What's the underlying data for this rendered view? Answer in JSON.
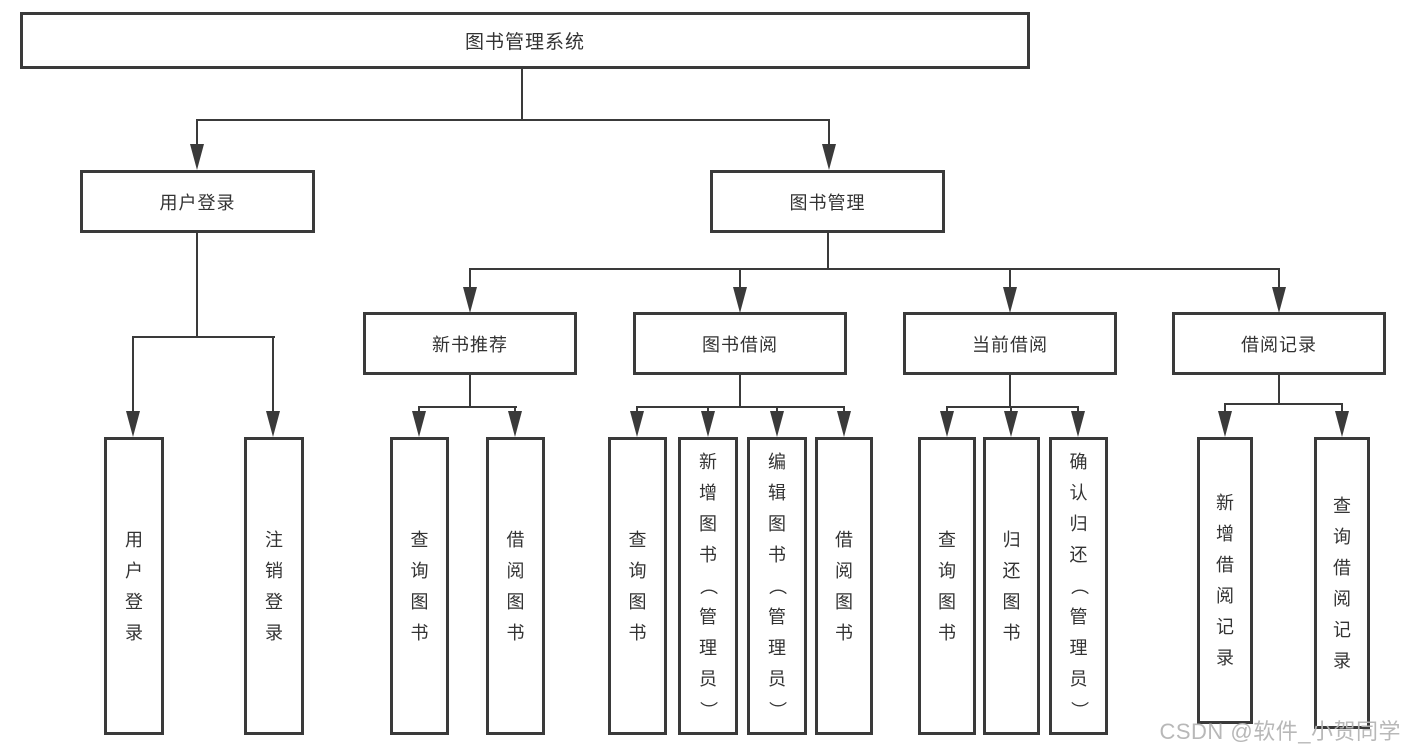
{
  "diagram": {
    "root": {
      "label": "图书管理系统"
    },
    "level2": [
      {
        "label": "用户登录",
        "children": [
          {
            "label": "用户登录"
          },
          {
            "label": "注销登录"
          }
        ]
      },
      {
        "label": "图书管理",
        "groups": [
          {
            "label": "新书推荐",
            "children": [
              {
                "label": "查询图书"
              },
              {
                "label": "借阅图书"
              }
            ]
          },
          {
            "label": "图书借阅",
            "children": [
              {
                "label": "查询图书"
              },
              {
                "label": "新增图书（管理员）"
              },
              {
                "label": "编辑图书（管理员）"
              },
              {
                "label": "借阅图书"
              }
            ]
          },
          {
            "label": "当前借阅",
            "children": [
              {
                "label": "查询图书"
              },
              {
                "label": "归还图书"
              },
              {
                "label": "确认归还（管理员）"
              }
            ]
          },
          {
            "label": "借阅记录",
            "children": [
              {
                "label": "新增借阅记录"
              },
              {
                "label": "查询借阅记录"
              }
            ]
          }
        ]
      }
    ]
  },
  "watermark": {
    "text": "CSDN @软件_小贺同学"
  },
  "colors": {
    "line": "#3a3a3a",
    "text": "#333333",
    "watermark": "#b5b5b5",
    "background": "#ffffff"
  }
}
